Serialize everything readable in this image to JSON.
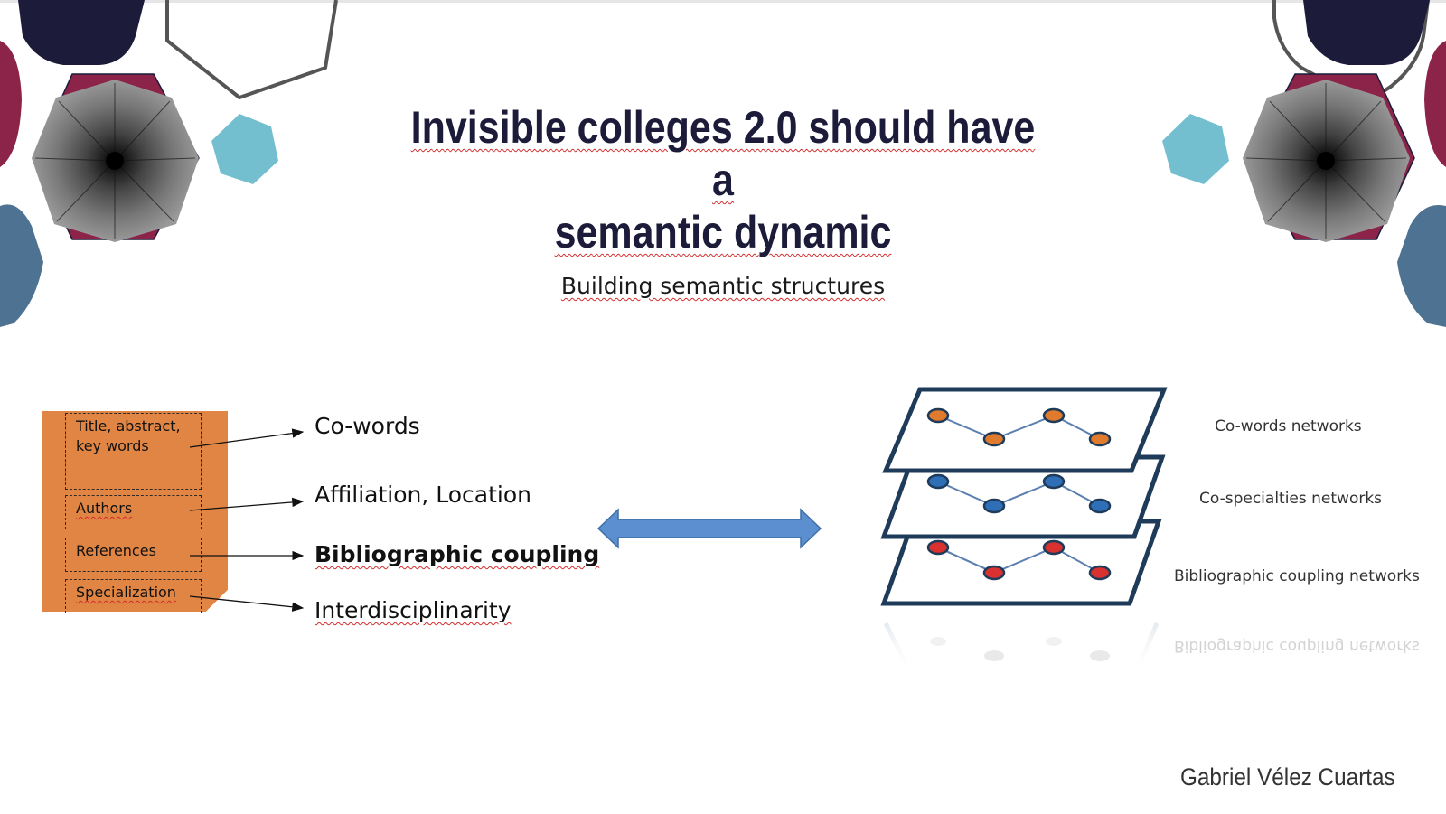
{
  "slide": {
    "title_line1": "Invisible colleges 2.0 should have a",
    "title_line2": "semantic dynamic",
    "subtitle": "Building semantic structures",
    "author": "Gabriel Vélez Cuartas"
  },
  "document": {
    "sections": [
      "Title, abstract,",
      "key words",
      "Authors",
      "References",
      "Specialization"
    ]
  },
  "structures": [
    "Co-words",
    "Affiliation, Location",
    "Bibliographic coupling",
    "Interdisciplinarity"
  ],
  "networks": {
    "layers": [
      "Co-words networks",
      "Co-specialties networks",
      "Bibliographic coupling networks"
    ],
    "reflection_label": "Bibliographic coupling networks"
  },
  "colors": {
    "navy": "#1c1c3a",
    "maroon": "#8c2449",
    "teal": "#74bfcf",
    "steel": "#4d7292",
    "orange_card": "#e08544",
    "arrow_blue": "#5b8fcf",
    "net_frame": "#1f3b5a",
    "node_orange": "#e07a2c",
    "node_blue": "#2f6fb8",
    "node_red": "#d93030"
  },
  "icons": [
    "fingerprint-rosette-icon",
    "double-arrow-icon"
  ]
}
